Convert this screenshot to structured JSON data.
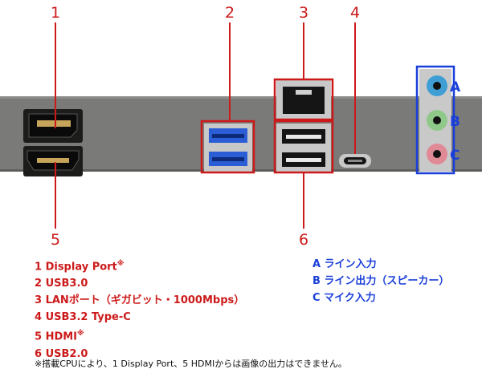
{
  "callouts": [
    "1",
    "2",
    "3",
    "4",
    "5",
    "6"
  ],
  "audio_labels": [
    "A",
    "B",
    "C"
  ],
  "legend_ports": [
    {
      "text": "1 Display Port",
      "mark": "※"
    },
    {
      "text": "2 USB3.0",
      "mark": ""
    },
    {
      "text": "3 LANポート（ギガビット・1000Mbps）",
      "mark": ""
    },
    {
      "text": "4 USB3.2 Type-C",
      "mark": ""
    },
    {
      "text": "5 HDMI",
      "mark": "※"
    },
    {
      "text": "6 USB2.0",
      "mark": ""
    }
  ],
  "legend_audio": [
    "A ライン入力",
    "B ライン出力（スピーカー）",
    "C マイク入力"
  ],
  "footnote": "※搭載CPUにより、1 Display Port、5 HDMIからは画像の出力はできません。",
  "colors": {
    "callout_red": "#cc1a1a",
    "audio_blue": "#1a3fd9",
    "panel": "#7a7a78",
    "audio_a": "#3f9fd4",
    "audio_b": "#8fc98a",
    "audio_c": "#e08a96"
  }
}
